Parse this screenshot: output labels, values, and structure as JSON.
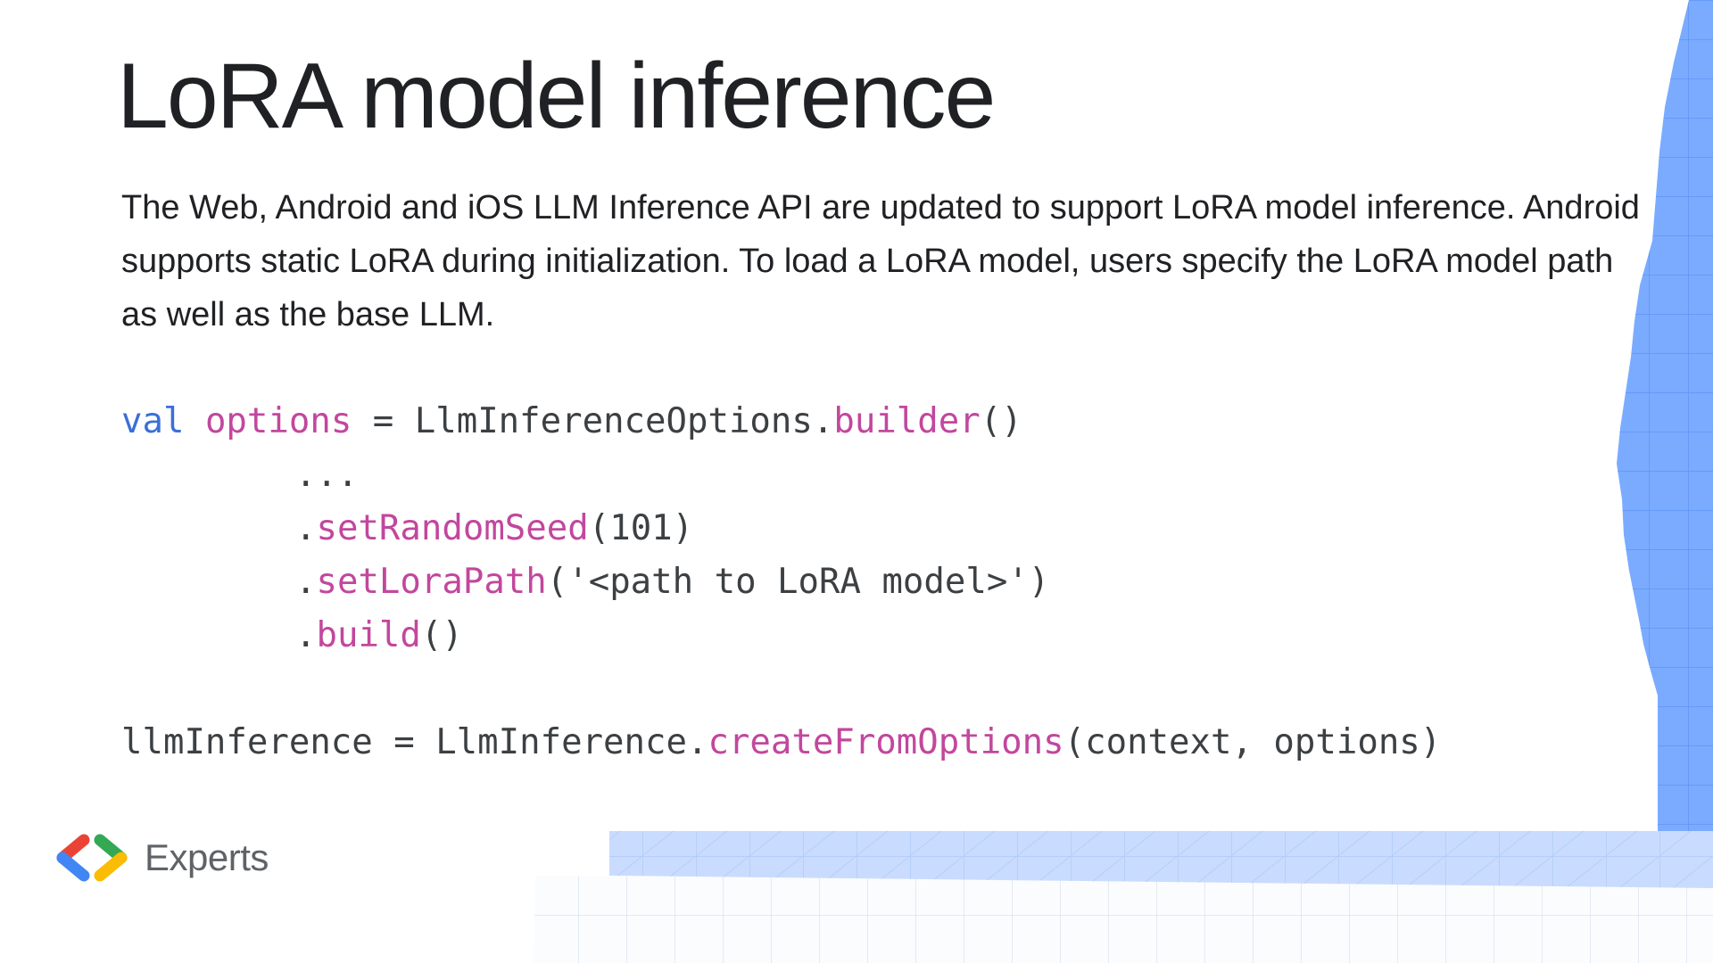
{
  "slide": {
    "title": "LoRA model inference",
    "body": "The Web, Android and iOS LLM Inference API are updated to support LoRA model inference. Android supports static LoRA during initialization. To load a LoRA model, users specify the LoRA model path as well as the base LLM."
  },
  "code": {
    "line1": {
      "kw": "val",
      "sp1": " ",
      "id": "options",
      "op": " = LlmInferenceOptions.",
      "fn": "builder",
      "end": "()"
    },
    "line2": {
      "text": "..."
    },
    "line3": {
      "dot": ".",
      "fn": "setRandomSeed",
      "args": "(101)"
    },
    "line4": {
      "dot": ".",
      "fn": "setLoraPath",
      "args": "('<path to LoRA model>')"
    },
    "line5": {
      "dot": ".",
      "fn": "build",
      "args": "()"
    },
    "line6": {
      "lhs": "llmInference = LlmInference.",
      "fn": "createFromOptions",
      "args": "(context, options)"
    }
  },
  "footer": {
    "logo_text": "Experts",
    "logo_icon": "developer-chevrons-icon"
  },
  "colors": {
    "keyword": "#3a6fd8",
    "identifier": "#c2479d",
    "accent_blue": "#7aabff",
    "light_blue": "#c9dcff"
  }
}
